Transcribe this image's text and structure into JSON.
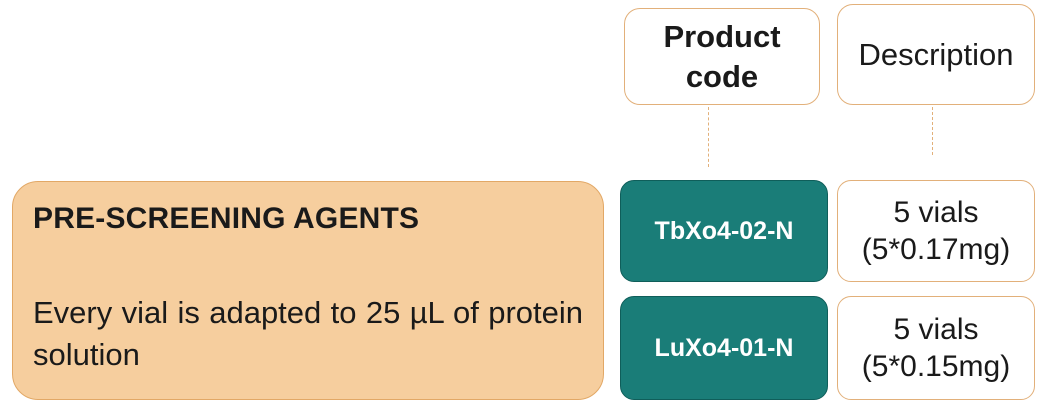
{
  "headers": {
    "product_code_line1": "Product",
    "product_code_line2": "code",
    "description": "Description"
  },
  "agents": {
    "title": "PRE-SCREENING AGENTS",
    "text": "Every vial is adapted to 25 µL of protein solution"
  },
  "products": [
    {
      "code": "TbXo4-02-N",
      "description_line1": "5 vials",
      "description_line2": "(5*0.17mg)"
    },
    {
      "code": "LuXo4-01-N",
      "description_line1": "5 vials",
      "description_line2": "(5*0.15mg)"
    }
  ],
  "colors": {
    "agent_fill": "#f6ce9e",
    "code_fill": "#1a7d78",
    "border_accent": "#e2b07a"
  }
}
